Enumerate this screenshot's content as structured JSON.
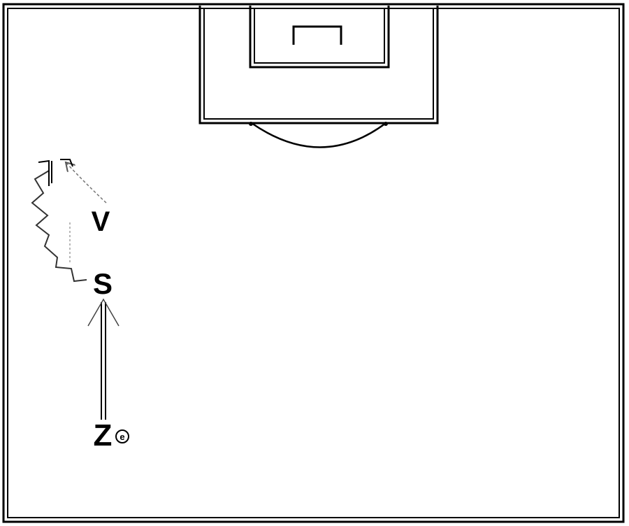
{
  "players": {
    "v": {
      "label": "V"
    },
    "s": {
      "label": "S"
    },
    "z": {
      "label": "Z"
    }
  },
  "ball": {
    "label": "e"
  },
  "colors": {
    "lines": "#000000",
    "movement": "#555555",
    "background": "#ffffff"
  }
}
